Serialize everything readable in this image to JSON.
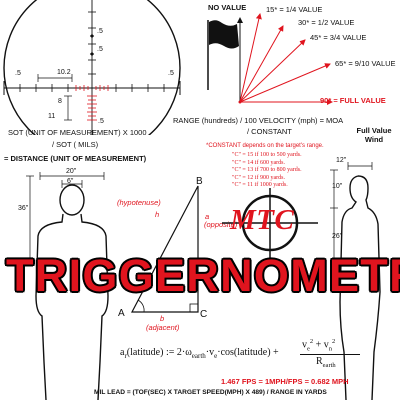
{
  "wind": {
    "no_value": "NO VALUE",
    "angle_15": "15* = 1/4 VALUE",
    "angle_30": "30* = 1/2 VALUE",
    "angle_45": "45* = 3/4 VALUE",
    "angle_65": "65* = 9/10 VALUE",
    "angle_90": "90* = FULL VALUE",
    "full_value_wind": "Full Value Wind"
  },
  "reticle": {
    "ticks": [
      ".5",
      "10.2",
      ".5",
      "8",
      "11"
    ],
    "ticks2": [
      ".5",
      ".5",
      ".5"
    ]
  },
  "formulas": {
    "sot_line1": "SOT (UNIT OF MEASUREMENT) X 1000",
    "sot_line2": "/ SOT ( MILS)",
    "distance": "= DISTANCE (UNIT OF MEASUREMENT)",
    "moa_line1": "RANGE (hundreds) / 100 VELOCITY (mph) = MOA",
    "moa_line2": "/ CONSTANT",
    "constant_note": "*CONSTANT depends on the target's range.",
    "constants": [
      "\"C\" = 15 if 100 to 500 yards.",
      "\"C\" = 14 if 600 yards.",
      "\"C\" = 13 if 700 to 800 yards.",
      "\"C\" = 12 if 900 yards.",
      "\"C\" = 11 if 1000 yards."
    ],
    "coriolis_lhs": "a",
    "coriolis_lhs_sub": "r",
    "coriolis_arg1": "(latitude) := 2·ω",
    "coriolis_earth_sub": "earth",
    "coriolis_mid": "·v",
    "coriolis_e_sub": "e",
    "coriolis_cos": "·cos(latitude) +",
    "coriolis_num": "v",
    "coriolis_num_sub": "e",
    "coriolis_num_sup": "2",
    "coriolis_plus": "+ v",
    "coriolis_n_sub": "n",
    "coriolis_n_sup": "2",
    "coriolis_den": "R",
    "coriolis_den_sub": "earth",
    "fps": "1.467 FPS = 1MPH/FPS = 0.682 MPH",
    "mil_lead": "MIL LEAD = (TOF(SEC) X TARGET SPEED(MPH) X 489) / RANGE IN YARDS"
  },
  "triangle": {
    "B": "B",
    "A": "A",
    "C": "C",
    "hyp": "(hypotenuse)",
    "h": "h",
    "a": "a",
    "opp": "(opposite)",
    "b": "b",
    "adj": "(adjacent)"
  },
  "figures": {
    "w20": "20\"",
    "w6": "6\"",
    "h36": "36\"",
    "w12": "12\"",
    "h10": "10\"",
    "h26": "26\""
  },
  "logo_text": "MTC",
  "title": "TRIGGERNOMETRY",
  "colors": {
    "accent": "#e0141e",
    "ink": "#111111"
  }
}
